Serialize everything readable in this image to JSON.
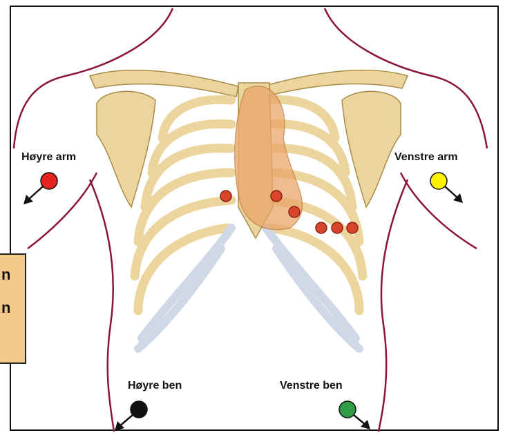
{
  "labels": {
    "right_arm": "Høyre arm",
    "left_arm": "Venstre arm",
    "right_leg": "Høyre ben",
    "left_leg": "Venstre ben"
  },
  "sidebox": {
    "line1": "n",
    "line2": "n"
  },
  "colors": {
    "right_arm": "#e52420",
    "left_arm": "#fff200",
    "right_leg": "#111111",
    "left_leg": "#2e9d45",
    "chest_electrode": "#d9452b",
    "bone": "#ecd59c",
    "cartilage": "#cfd8e6",
    "body_outline": "#8a1538",
    "heart": "#e9a66a"
  },
  "icons": {
    "limb_electrode": "circle-with-arrow",
    "chest_electrode": "circle"
  }
}
